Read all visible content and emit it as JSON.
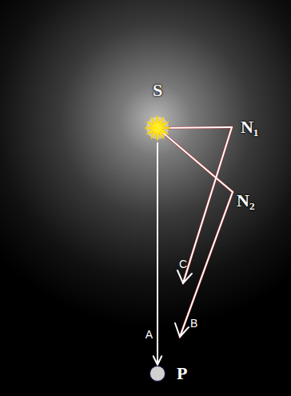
{
  "diagram": {
    "nodes": [
      {
        "text": [
          "S"
        ]
      },
      {
        "text": [
          "P"
        ]
      }
    ],
    "edges": [
      {
        "from": 0,
        "to": 1,
        "arrow": "to",
        "label": "A"
      }
    ],
    "labels": [
      "N₁",
      "N₂",
      "C",
      "B"
    ]
  }
}
